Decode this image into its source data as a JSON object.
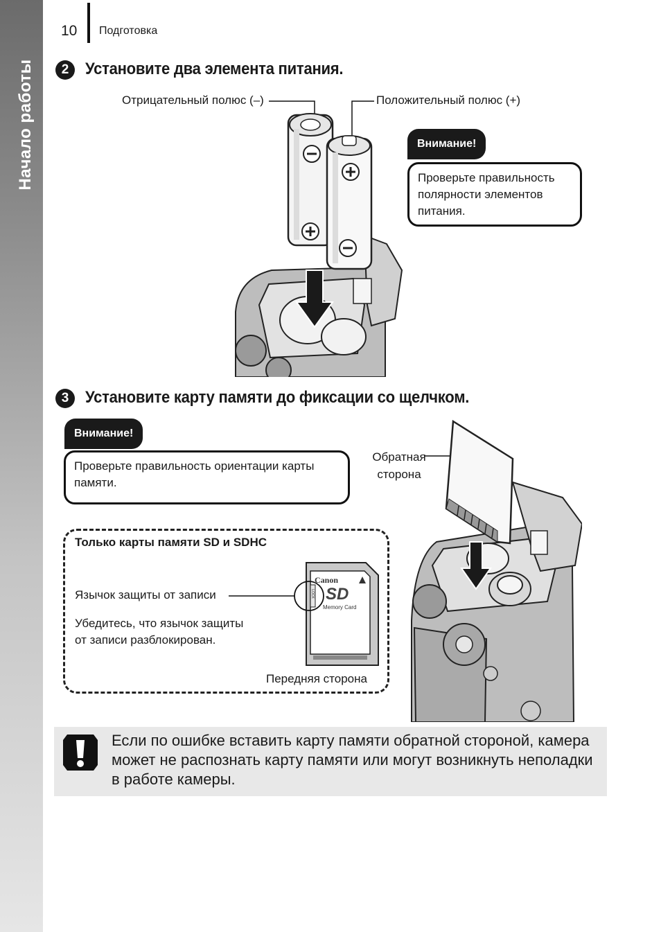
{
  "header": {
    "page_number": "10",
    "section": "Подготовка",
    "side_tab": "Начало работы"
  },
  "step2": {
    "number": "2",
    "title": "Установите два элемента питания.",
    "negative_label": "Отрицательный полюс (–)",
    "positive_label": "Положительный полюс (+)",
    "caution_tag": "Внимание!",
    "caution_text": "Проверьте правильность полярности элементов питания."
  },
  "step3": {
    "number": "3",
    "title": "Установите карту памяти до фиксации со щелчком.",
    "caution_tag": "Внимание!",
    "caution_text": "Проверьте правильность ориентации карты памяти.",
    "back_side_label": "Обратная сторона",
    "sd_box": {
      "title": "Только карты памяти SD и SDHC",
      "tab_label": "Язычок защиты от записи",
      "note": "Убедитесь, что язычок защиты от записи разблокирован.",
      "front_label": "Передняя сторона"
    },
    "card_brand": "Canon",
    "card_logo": "SD",
    "card_memory_text": "Memory Card",
    "card_lock_text": "LOCK"
  },
  "warning": {
    "icon": "exclamation-icon",
    "text": "Если по ошибке вставить карту памяти обратной стороной, камера может не распознать карту памяти или могут возникнуть неполадки в работе камеры."
  }
}
